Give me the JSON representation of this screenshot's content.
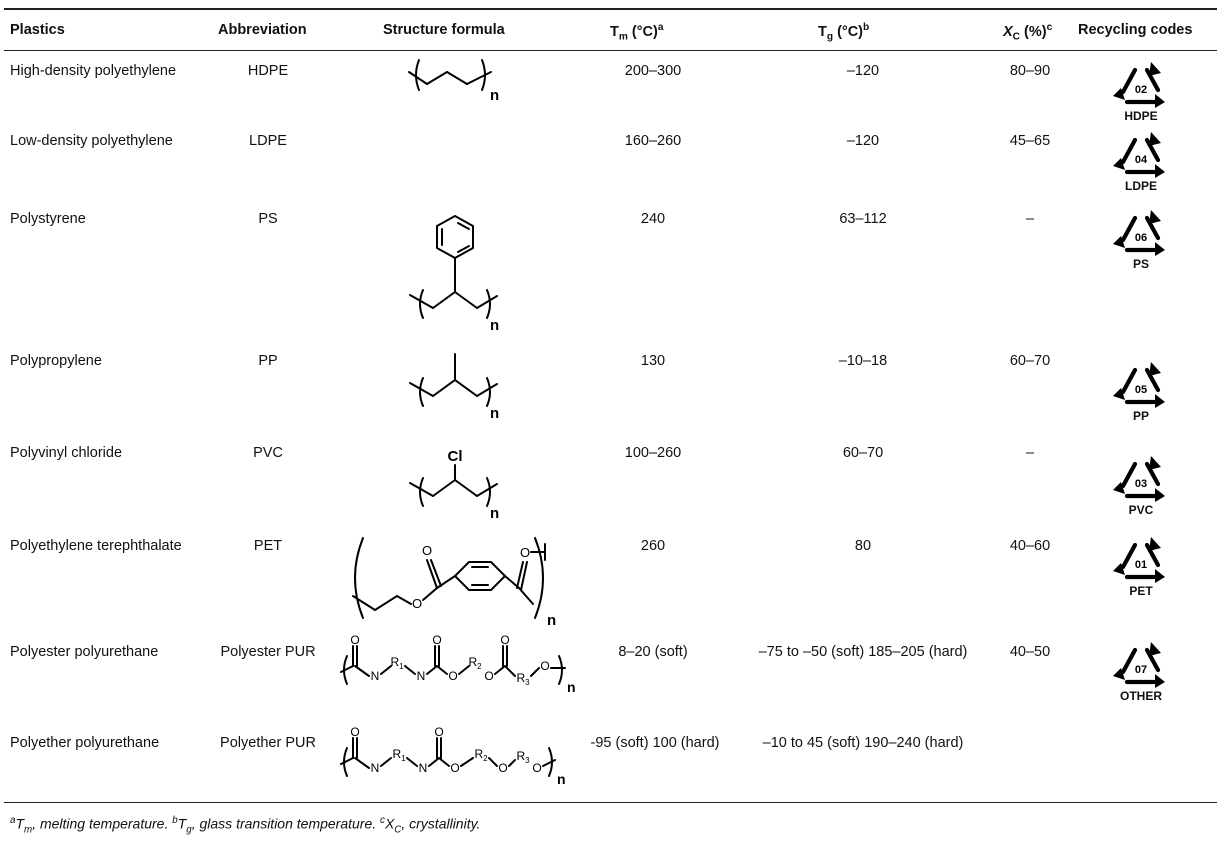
{
  "headers": {
    "plastics": "Plastics",
    "abbreviation": "Abbreviation",
    "structure": "Structure formula",
    "tm": "T",
    "tm_sub": "m",
    "tm_unit": " (°C)",
    "tm_sup": "a",
    "tg": "T",
    "tg_sub": "g",
    "tg_unit": " (°C)",
    "tg_sup": "b",
    "xc": "X",
    "xc_sub": "C",
    "xc_unit": " (%)",
    "xc_sup": "c",
    "recycling": "Recycling codes"
  },
  "rows": [
    {
      "plastic": "High-density polyethylene",
      "abbr": "HDPE",
      "tm": "200–300",
      "tg": "–120",
      "xc": "80–90",
      "code": "02",
      "code_label": "HDPE"
    },
    {
      "plastic": "Low-density polyethylene",
      "abbr": "LDPE",
      "tm": "160–260",
      "tg": "–120",
      "xc": "45–65",
      "code": "04",
      "code_label": "LDPE"
    },
    {
      "plastic": "Polystyrene",
      "abbr": "PS",
      "tm": "240",
      "tg": "63–112",
      "xc": "–",
      "code": "06",
      "code_label": "PS"
    },
    {
      "plastic": "Polypropylene",
      "abbr": "PP",
      "tm": "130",
      "tg": "–10–18",
      "xc": "60–70",
      "code": "05",
      "code_label": "PP"
    },
    {
      "plastic": "Polyvinyl chloride",
      "abbr": "PVC",
      "tm": "100–260",
      "tg": "60–70",
      "xc": "–",
      "code": "03",
      "code_label": "PVC"
    },
    {
      "plastic": "Polyethylene terephthalate",
      "abbr": "PET",
      "tm": "260",
      "tg": "80",
      "xc": "40–60",
      "code": "01",
      "code_label": "PET"
    },
    {
      "plastic": "Polyester polyurethane",
      "abbr": "Polyester PUR",
      "tm": "8–20 (soft)",
      "tg": "–75 to –50 (soft) 185–205 (hard)",
      "xc": "40–50",
      "code": "07",
      "code_label": "OTHER"
    },
    {
      "plastic": "Polyether polyurethane",
      "abbr": "Polyether PUR",
      "tm": "-95 (soft) 100 (hard)",
      "tg": "–10 to 45 (soft) 190–240 (hard)",
      "xc": "",
      "code": "",
      "code_label": ""
    }
  ],
  "formula_labels": {
    "n": "n",
    "cl": "Cl",
    "o": "O",
    "n_atom": "N",
    "r1": "R",
    "r1_sub": "1",
    "r2": "R",
    "r2_sub": "2",
    "r3": "R",
    "r3_sub": "3"
  },
  "footnote": {
    "a_sup": "a",
    "a_sym": "T",
    "a_sub": "m",
    "a_text": ", melting temperature. ",
    "b_sup": "b",
    "b_sym": "T",
    "b_sub": "g",
    "b_text": ", glass transition temperature. ",
    "c_sup": "c",
    "c_sym": "X",
    "c_sub": "C",
    "c_text": ", crystallinity."
  }
}
